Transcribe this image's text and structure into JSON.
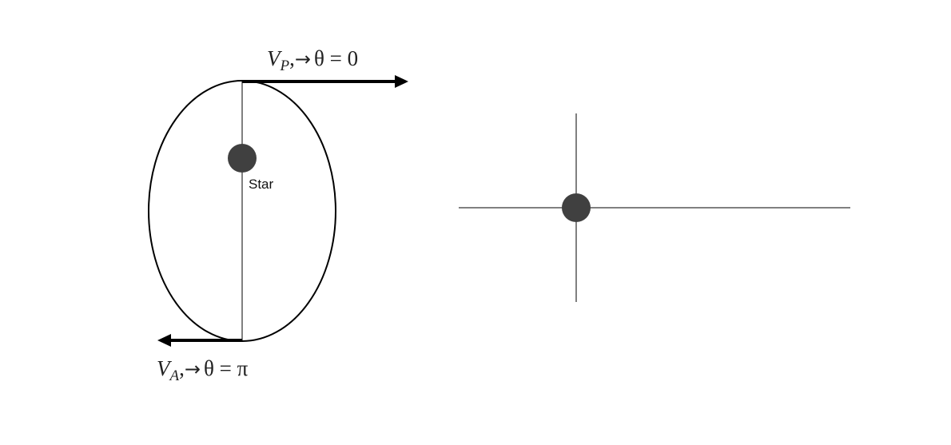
{
  "left_diagram": {
    "periapsis_label": {
      "v": "V",
      "sub": "P",
      "sep": ",",
      "arrow": "→",
      "theta_text": "θ = 0"
    },
    "apoapsis_label": {
      "v": "V",
      "sub": "A",
      "sep": ",",
      "arrow": "→",
      "theta_text": "θ = π"
    },
    "star_label": "Star"
  },
  "colors": {
    "line": "#000000",
    "body": "#404040",
    "text": "#222222"
  }
}
